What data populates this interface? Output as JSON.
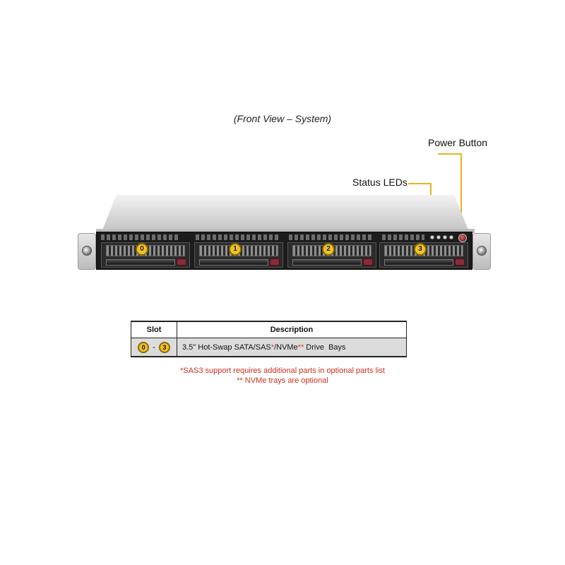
{
  "caption": "(Front View – System)",
  "callouts": {
    "power": "Power Button",
    "status": "Status LEDs"
  },
  "colors": {
    "leader": "#e8b21e",
    "badge": "#f2c12e",
    "note": "#d42c1c"
  },
  "bays": [
    "0",
    "1",
    "2",
    "3"
  ],
  "table": {
    "headers": {
      "slot": "Slot",
      "description": "Description"
    },
    "row": {
      "slot_from": "0",
      "slot_sep": "-",
      "slot_to": "3",
      "desc_a": "3.5\" Hot-Swap SATA/SAS",
      "mark_1": "*",
      "desc_b": "/NVMe",
      "mark_2": "**",
      "desc_c": " Drive  Bays"
    }
  },
  "notes": [
    "*SAS3 support requires additional parts in optional parts list",
    "** NVMe trays are optional"
  ]
}
